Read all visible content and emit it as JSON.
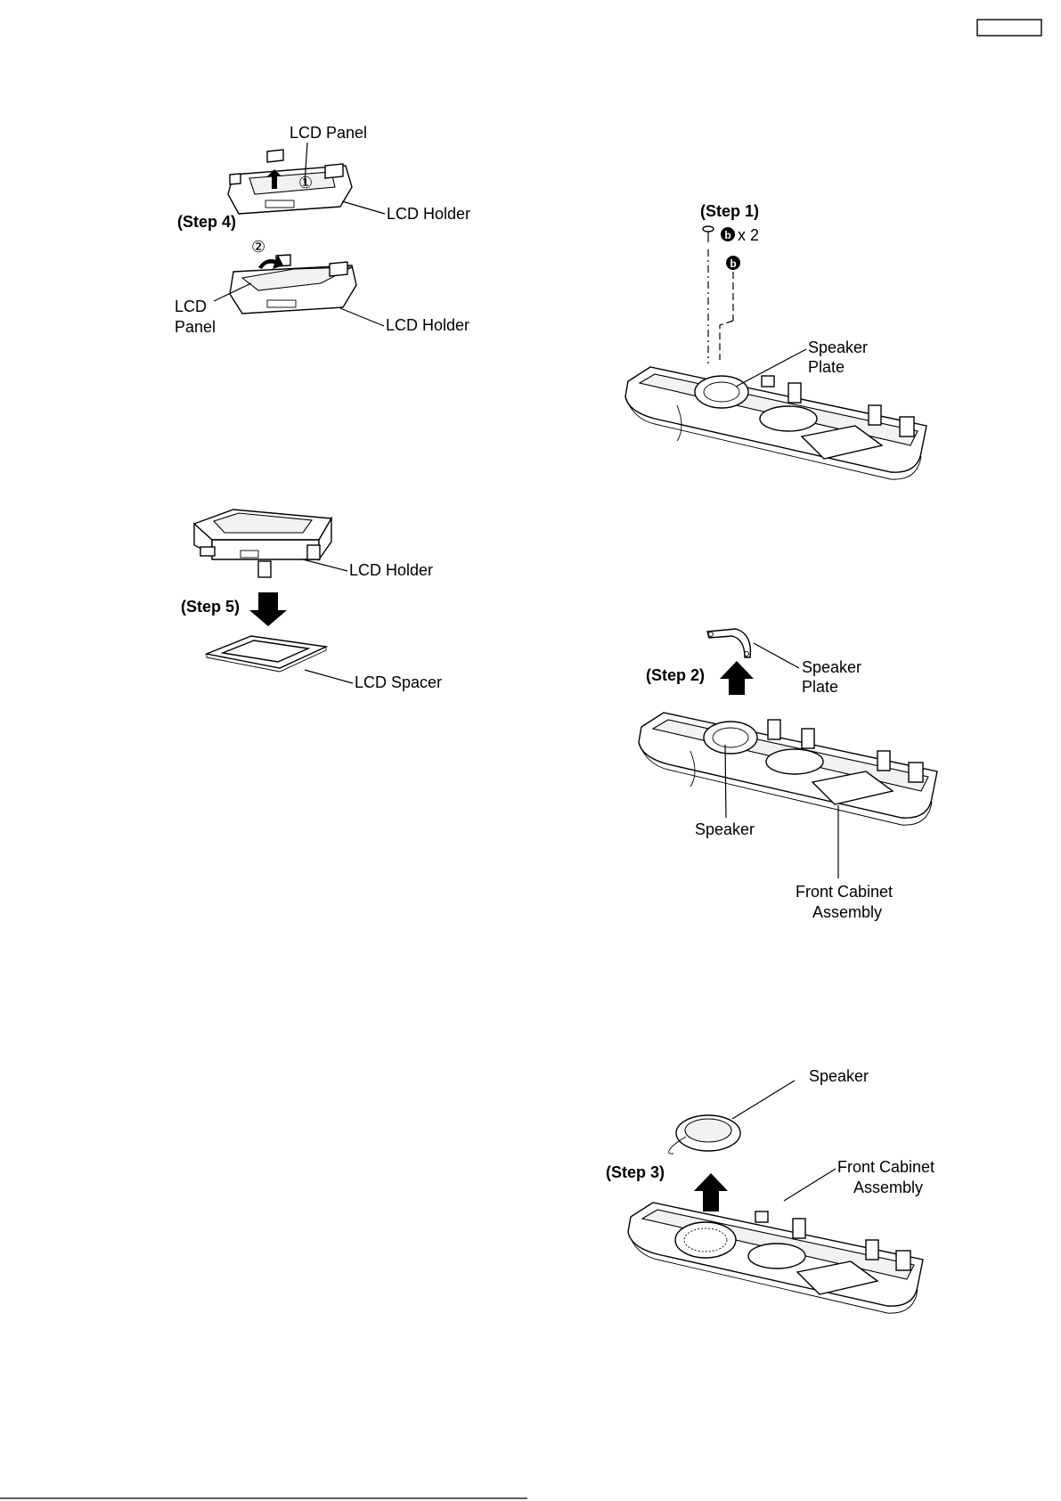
{
  "labels": {
    "lcd_panel_top": "LCD Panel",
    "lcd_holder_1": "LCD Holder",
    "step4": "(Step 4)",
    "circle1": "①",
    "circle2": "②",
    "lcd_panel_left_1": "LCD",
    "lcd_panel_left_2": "Panel",
    "lcd_holder_2": "LCD Holder",
    "lcd_holder_3": "LCD Holder",
    "step5": "(Step 5)",
    "lcd_spacer": "LCD Spacer",
    "step1": "(Step 1)",
    "screw_badge": "b",
    "screw_count": "x 2",
    "screw_badge_2": "b",
    "speaker_plate_1a": "Speaker",
    "speaker_plate_1b": "Plate",
    "step2": "(Step 2)",
    "speaker_plate_2a": "Speaker",
    "speaker_plate_2b": "Plate",
    "speaker_1": "Speaker",
    "front_cabinet_1a": "Front Cabinet",
    "front_cabinet_1b": "Assembly",
    "speaker_2": "Speaker",
    "step3": "(Step 3)",
    "front_cabinet_2a": "Front Cabinet",
    "front_cabinet_2b": "Assembly"
  }
}
